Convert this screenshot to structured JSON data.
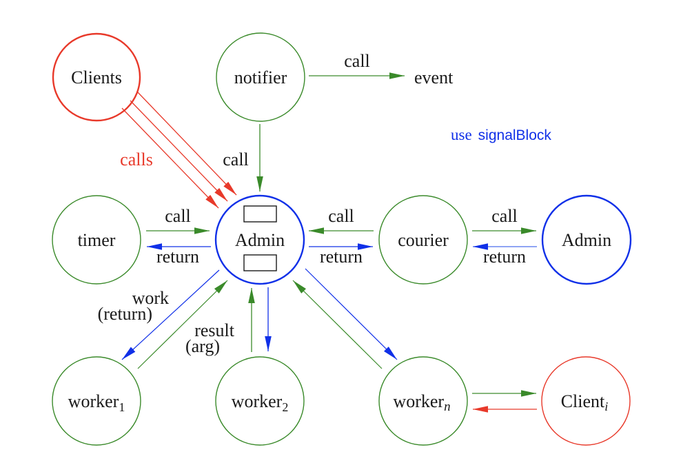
{
  "colors": {
    "red": "#e8392a",
    "green": "#3a8a2a",
    "blue": "#1030e8",
    "text": "#1a1a1a"
  },
  "nodes": {
    "clients": {
      "label": "Clients",
      "color": "red"
    },
    "notifier": {
      "label": "notifier",
      "color": "green"
    },
    "timer": {
      "label": "timer",
      "color": "green"
    },
    "admin": {
      "label": "Admin",
      "color": "blue"
    },
    "courier": {
      "label": "courier",
      "color": "green"
    },
    "admin2": {
      "label": "Admin",
      "color": "blue"
    },
    "worker1": {
      "label": "worker",
      "sub": "1",
      "color": "green"
    },
    "worker2": {
      "label": "worker",
      "sub": "2",
      "color": "green"
    },
    "workern": {
      "label": "worker",
      "sub": "n",
      "color": "green"
    },
    "clienti": {
      "label": "Client",
      "sub": "i",
      "color": "red"
    }
  },
  "edge_labels": {
    "notifier_event_call": "call",
    "event": "event",
    "clients_calls": "calls",
    "notifier_admin_call": "call",
    "timer_call": "call",
    "timer_return": "return",
    "courier_call": "call",
    "courier_return": "return",
    "admin2_call": "call",
    "admin2_return": "return",
    "work": "work",
    "work_return": "(return)",
    "result": "result",
    "result_arg": "(arg)"
  },
  "note": {
    "prefix": "use",
    "text": "signalBlock"
  }
}
